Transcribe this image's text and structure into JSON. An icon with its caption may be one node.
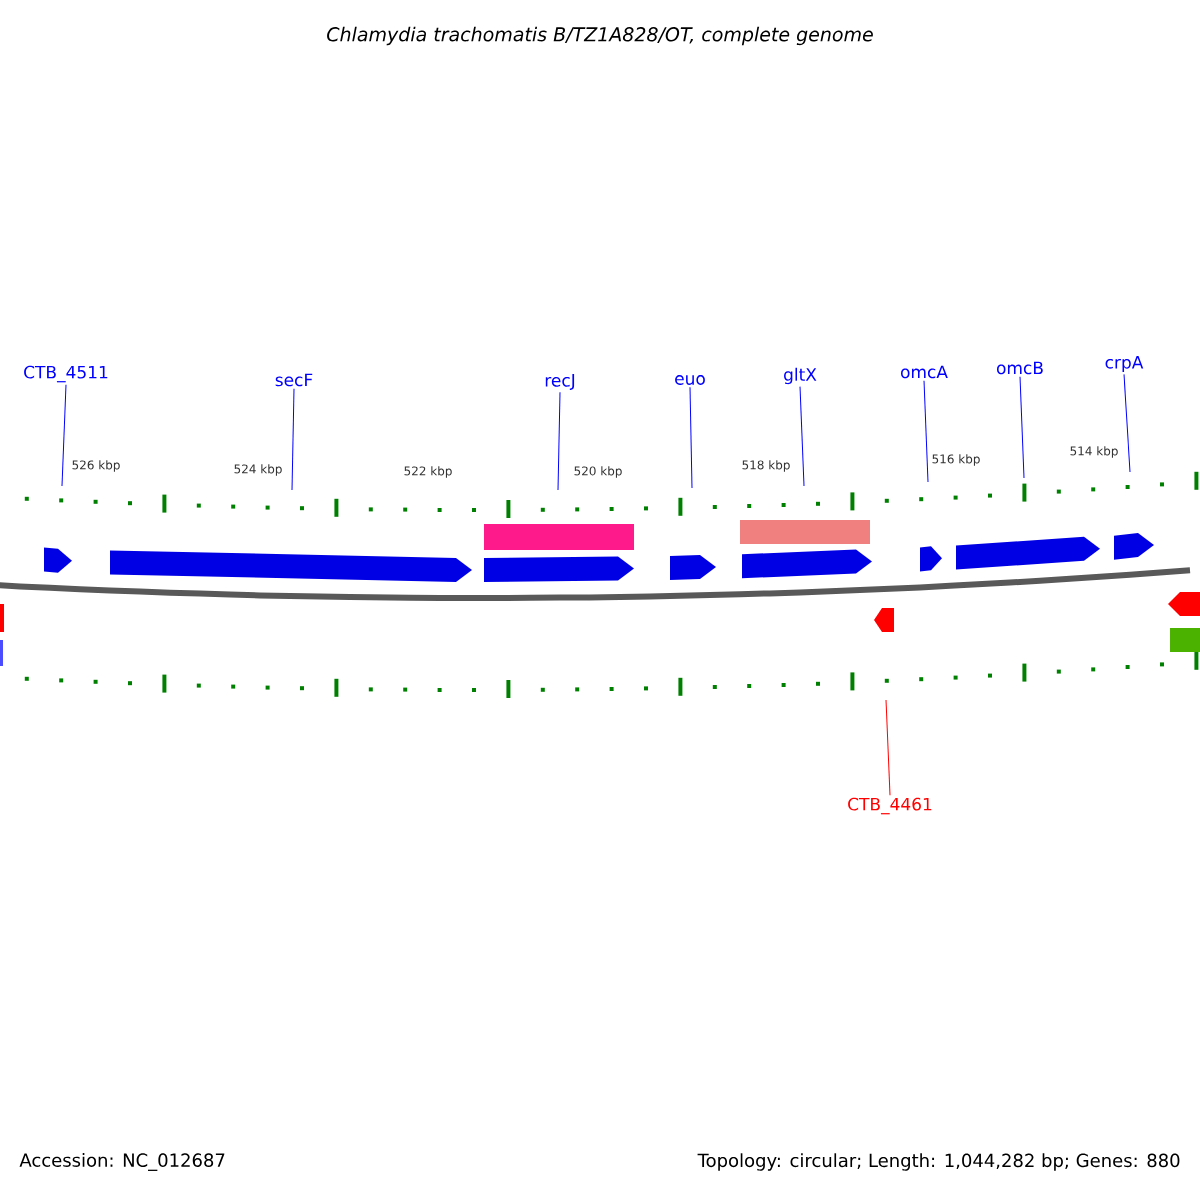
{
  "diagram": {
    "title": "Chlamydia trachomatis B/TZ1A828/OT, complete genome",
    "nodes": [
      {
        "text": [
          "CTB_4511"
        ]
      },
      {
        "text": [
          "secF"
        ]
      },
      {
        "text": [
          "recJ"
        ]
      },
      {
        "text": [
          "euo"
        ]
      },
      {
        "text": [
          "gltX"
        ]
      },
      {
        "text": [
          "omcA"
        ]
      },
      {
        "text": [
          "omcB"
        ]
      },
      {
        "text": [
          "crpA"
        ]
      },
      {
        "text": [
          "CTB_4461"
        ]
      }
    ],
    "edges": [
      {
        "from": 0,
        "to": null,
        "arrow": "none"
      },
      {
        "from": 1,
        "to": null,
        "arrow": "none"
      },
      {
        "from": 2,
        "to": null,
        "arrow": "none"
      },
      {
        "from": 3,
        "to": null,
        "arrow": "none"
      },
      {
        "from": 4,
        "to": null,
        "arrow": "none"
      },
      {
        "from": 5,
        "to": null,
        "arrow": "none"
      },
      {
        "from": 6,
        "to": null,
        "arrow": "none"
      },
      {
        "from": 7,
        "to": null,
        "arrow": "none"
      },
      {
        "from": 8,
        "to": null,
        "arrow": "none",
        "color": "#ff0000"
      }
    ],
    "labels": [
      "526 kbp",
      "524 kbp",
      "522 kbp",
      "520 kbp",
      "518 kbp",
      "516 kbp",
      "514 kbp",
      "Accession: NC_012687",
      "Topology: circular; Length: 1,044,282 bp; Genes: 880"
    ]
  }
}
